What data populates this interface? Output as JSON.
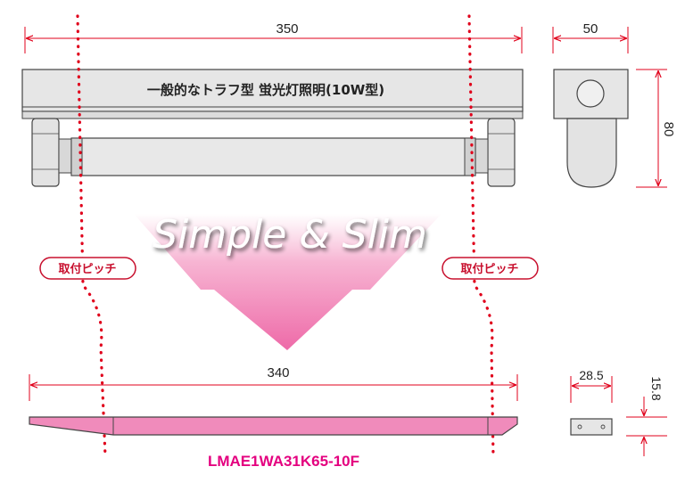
{
  "colors": {
    "dimension_red": "#e0001b",
    "dotted_red": "#e0001b",
    "body_gray": "#e6e6e6",
    "outline": "#444444",
    "arrow_pink": "#f07ab3",
    "slim_pink": "#f08bbb",
    "model_pink": "#e4007f"
  },
  "top_fixture": {
    "width_label": "350",
    "title": "一般的なトラフ型 蛍光灯照明(10W型)"
  },
  "side_view": {
    "width_label": "50",
    "height_label": "80"
  },
  "slogan": "Simple & Slim",
  "pitch_labels": {
    "left": "取付ピッチ",
    "right": "取付ピッチ"
  },
  "bottom_fixture": {
    "width_label": "340",
    "model": "LMAE1WA31K65-10F"
  },
  "bottom_side_view": {
    "width_label": "28.5",
    "height_label": "15.8"
  }
}
